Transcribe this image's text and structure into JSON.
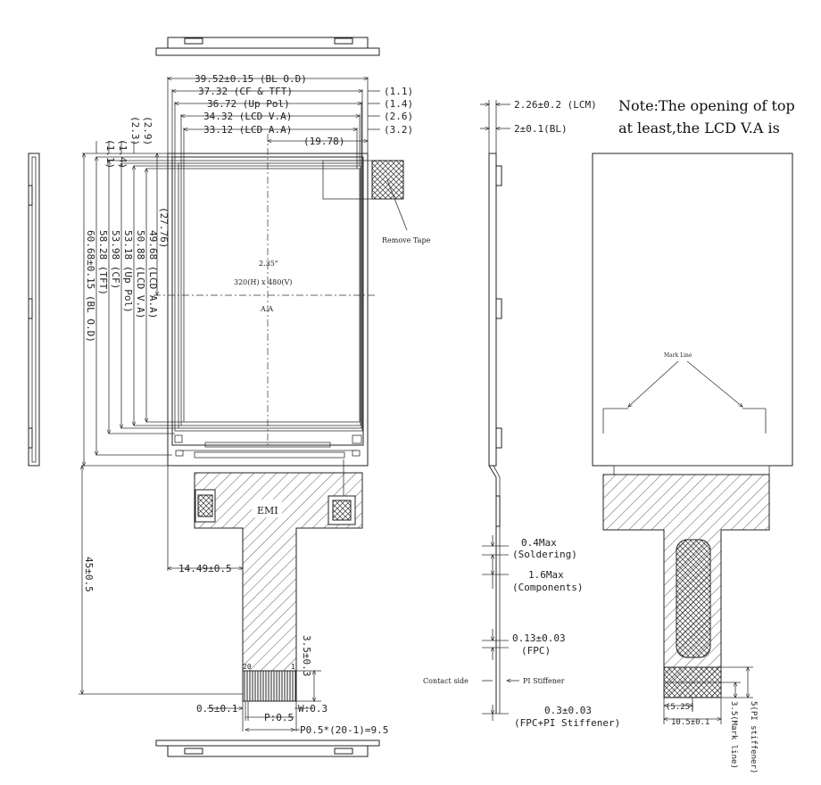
{
  "note": {
    "line1": "Note:The opening of top",
    "line2": "at least,the LCD V.A is"
  },
  "horizontal_dims": [
    {
      "key": "bl_od",
      "text": "39.52±0.15 (BL O.D)"
    },
    {
      "key": "cf_tft",
      "text": "37.32 (CF & TFT)"
    },
    {
      "key": "up_pol",
      "text": "36.72 (Up Pol)"
    },
    {
      "key": "lcd_va",
      "text": "34.32 (LCD V.A)"
    },
    {
      "key": "lcd_aa",
      "text": "33.12 (LCD A.A)"
    },
    {
      "key": "v1978",
      "text": "(19.78)"
    }
  ],
  "right_offsets": [
    "(1.1)",
    "(1.4)",
    "(2.6)",
    "(3.2)"
  ],
  "top_offsets": [
    "(1.1)",
    "(1.4)",
    "(2.3)",
    "(2.9)"
  ],
  "vertical_dims": [
    {
      "key": "lcd_aa",
      "text": "49.68 (LCD A.A)"
    },
    {
      "key": "lcd_va",
      "text": "50.88 (LCD V.A)"
    },
    {
      "key": "up_pol",
      "text": "53.18 (Up Pol)"
    },
    {
      "key": "cf",
      "text": "53.98 (CF)"
    },
    {
      "key": "tft",
      "text": "58.28 (TFT)"
    },
    {
      "key": "bl_od",
      "text": "60.68±0.15 (BL O.D)"
    },
    {
      "key": "v2776",
      "text": "(27.76)"
    },
    {
      "key": "v45",
      "text": "45±0.5"
    }
  ],
  "panel": {
    "size": "2.35\"",
    "resolution": "320(H) x 480(V)",
    "aa": "A.A",
    "remove_tape": "Remove Tape"
  },
  "fpc": {
    "emi": "EMI",
    "pin_first": "20",
    "pin_last": "1",
    "offset": "14.49±0.5",
    "stiff_len": "3.5±0.3",
    "edge": "0.5±0.1",
    "pitch": "P:0.5",
    "width": "W:0.3",
    "total": "P0.5*(20-1)=9.5"
  },
  "side_view": {
    "lcm": "2.26±0.2 (LCM)",
    "bl": "2±0.1(BL)",
    "soldering_max": "0.4Max",
    "soldering": "(Soldering)",
    "components_max": "1.6Max",
    "components": "(Components)",
    "fpc_thk": "0.13±0.03",
    "fpc": "(FPC)",
    "contact_side": "Contact side",
    "pi_stiffener": "PI Stiffener",
    "fpc_pi_thk": "0.3±0.03",
    "fpc_pi": "(FPC+PI Stiffener)"
  },
  "back_view": {
    "mark_line": "Mark Line",
    "w525": "(5.25)",
    "w105": "10.5±0.1",
    "mark_line_dim": "3.5(Mark line)",
    "pi_stiffener_dim": "5(PI stiffener)"
  }
}
